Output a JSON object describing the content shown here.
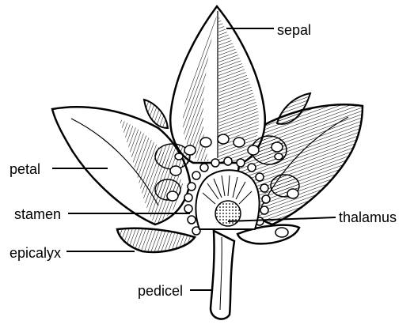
{
  "figure": {
    "labels": {
      "sepal": "sepal",
      "petal": "petal",
      "stamen": "stamen",
      "thalamus": "thalamus",
      "epicalyx": "epicalyx",
      "pedicel": "pedicel"
    }
  }
}
